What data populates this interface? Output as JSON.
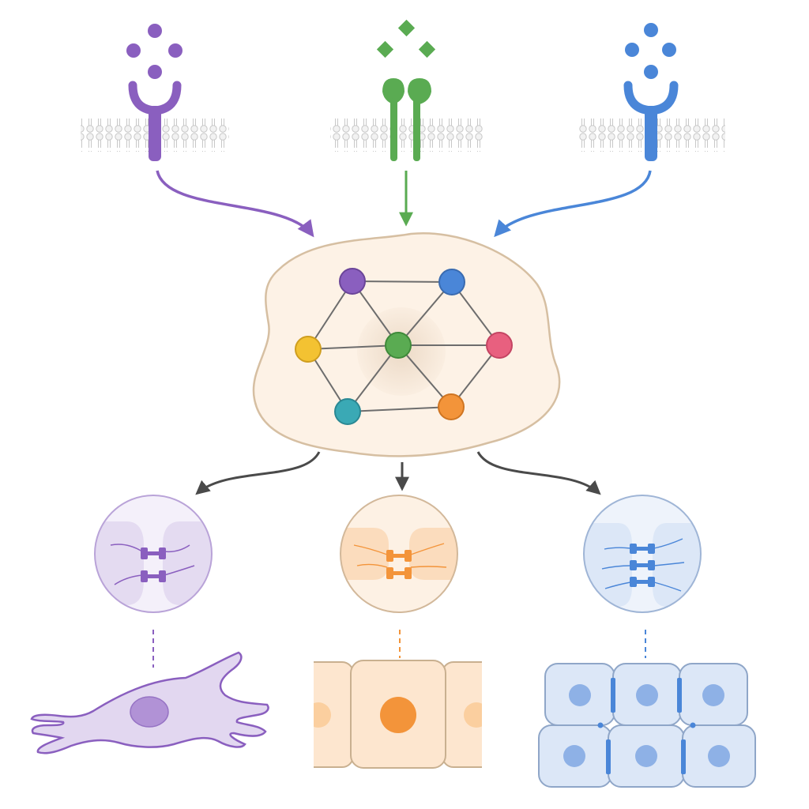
{
  "colors": {
    "purple": "#8a5fbf",
    "purple_light": "#e7def3",
    "green": "#5aab52",
    "blue": "#4a86d8",
    "blue_light": "#dce7f7",
    "orange": "#f3943a",
    "orange_light": "#fde6cf",
    "yellow": "#f3c232",
    "pink": "#e8607f",
    "teal": "#3aa9b5",
    "gray_arrow": "#4a4a4a",
    "membrane": "#cfcfcf",
    "hub_fill": "#fdf2e6",
    "hub_stroke": "#d6bfa2"
  },
  "diagram": {
    "receptors": [
      {
        "name": "y-receptor-purple",
        "shape": "y-shaped",
        "ligand": "circles",
        "color": "purple"
      },
      {
        "name": "paired-receptor-green",
        "shape": "paired-stalks",
        "ligand": "diamonds",
        "color": "green"
      },
      {
        "name": "y-receptor-blue",
        "shape": "y-shaped",
        "ligand": "circles",
        "color": "blue"
      }
    ],
    "network_nodes": [
      "purple",
      "blue",
      "yellow",
      "green",
      "pink",
      "teal",
      "orange"
    ],
    "junctions": [
      {
        "name": "purple-junction",
        "color": "purple",
        "cell_type": "mesenchymal"
      },
      {
        "name": "orange-junction",
        "color": "orange",
        "cell_type": "cuboidal"
      },
      {
        "name": "blue-junction",
        "color": "blue",
        "cell_type": "epithelial-sheet"
      }
    ]
  }
}
